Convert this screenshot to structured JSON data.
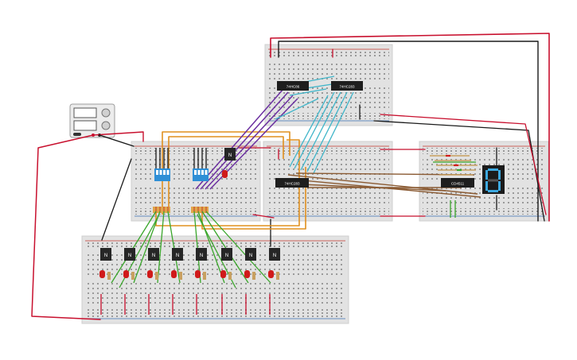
{
  "canvas": {
    "background": "#ffffff"
  },
  "colors": {
    "breadboard": "#e2e2e2",
    "breadboard_edge": "#cfcfcf",
    "hole": "#9a9a9a",
    "rail_red": "#c0392b",
    "rail_blue": "#3a6fb0",
    "chip_body": "#1e1e1e",
    "chip_text": "#ffffff",
    "wire_red": "#c8102e",
    "wire_black": "#1a1a1a",
    "wire_orange": "#e0901f",
    "wire_purple": "#6b2fa0",
    "wire_cyan": "#3fb5c9",
    "wire_brown": "#8a5a32",
    "wire_green": "#3aa62b",
    "dip_switch": "#2f8fd6",
    "led_red": "#d01a1a",
    "seven_segment_body": "#1b1b1b",
    "segment_on": "#3da9e0",
    "transistor": "#262626",
    "power_supply": "#ececec"
  },
  "components": {
    "chips": [
      {
        "id": "u1",
        "label": "74HC86"
      },
      {
        "id": "u2",
        "label": "74HC283"
      },
      {
        "id": "u3",
        "label": "74HC283"
      },
      {
        "id": "u4",
        "label": "CD4511"
      }
    ],
    "seven_segment": {
      "digit": "0"
    },
    "transistors": [
      {
        "id": "q-top",
        "label": "N"
      },
      {
        "id": "q1",
        "label": "N"
      },
      {
        "id": "q2",
        "label": "N"
      },
      {
        "id": "q3",
        "label": "N"
      },
      {
        "id": "q4",
        "label": "N"
      },
      {
        "id": "q5",
        "label": "N"
      },
      {
        "id": "q6",
        "label": "N"
      },
      {
        "id": "q7",
        "label": "N"
      },
      {
        "id": "q8",
        "label": "N"
      }
    ],
    "power_supply": {
      "icon": "power-supply-icon"
    },
    "dip_switches": [
      {
        "id": "sw-a",
        "positions": 4
      },
      {
        "id": "sw-b",
        "positions": 4
      }
    ],
    "led_bank": {
      "count": 8
    }
  }
}
